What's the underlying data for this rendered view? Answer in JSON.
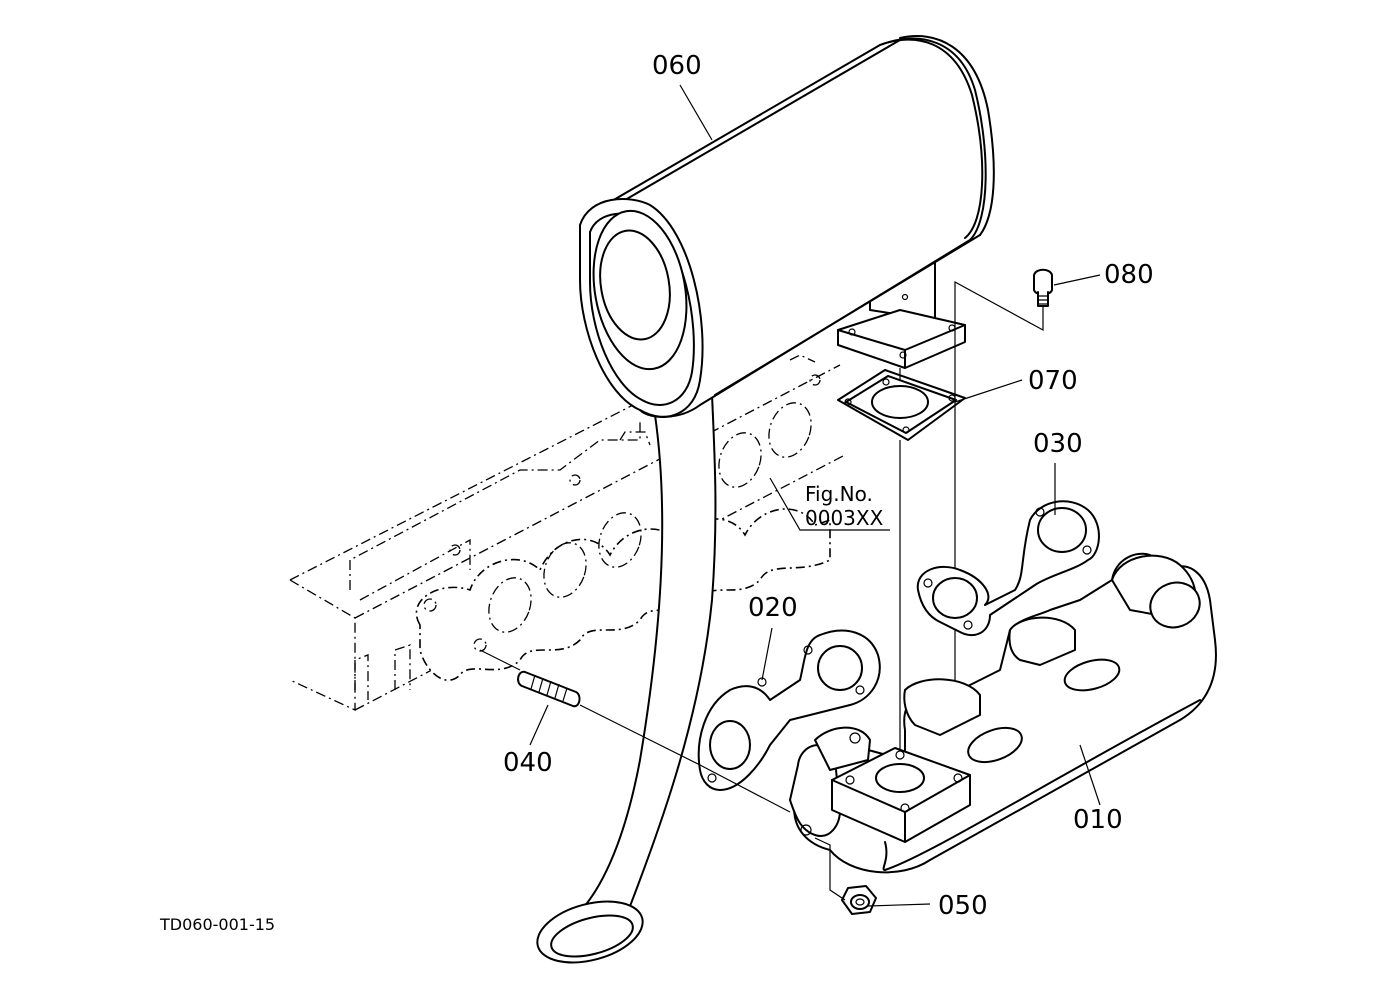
{
  "diagram": {
    "code": "TD060-001-15",
    "reference": {
      "line1": "Fig.No.",
      "line2": "0003XX"
    },
    "parts": {
      "p010": "010",
      "p020": "020",
      "p030": "030",
      "p040": "040",
      "p050": "050",
      "p060": "060",
      "p070": "070",
      "p080": "080"
    }
  }
}
